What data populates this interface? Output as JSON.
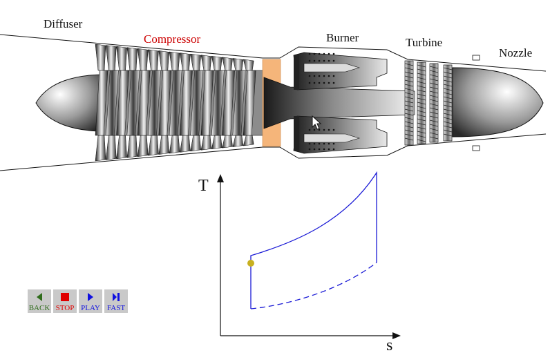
{
  "labels": {
    "diffuser": "Diffuser",
    "compressor": "Compressor",
    "burner": "Burner",
    "turbine": "Turbine",
    "nozzle": "Nozzle"
  },
  "colors": {
    "compressor_label": "#cc0000",
    "combustor_band": "#f5b57a",
    "cycle_line": "#1a1ad6",
    "state_marker": "#c8b020",
    "button_bg": "#c9c9c9"
  },
  "ts_diagram": {
    "y_axis_label": "T",
    "x_axis_label": "s"
  },
  "controls": [
    {
      "id": "back",
      "label": "BACK",
      "icon": "back-arrow-icon",
      "color": "#2e6b1a"
    },
    {
      "id": "stop",
      "label": "STOP",
      "icon": "stop-square-icon",
      "color": "#e00000"
    },
    {
      "id": "play",
      "label": "PLAY",
      "icon": "play-arrow-icon",
      "color": "#1010e0"
    },
    {
      "id": "fast",
      "label": "FAST",
      "icon": "fast-forward-icon",
      "color": "#1010e0"
    }
  ]
}
